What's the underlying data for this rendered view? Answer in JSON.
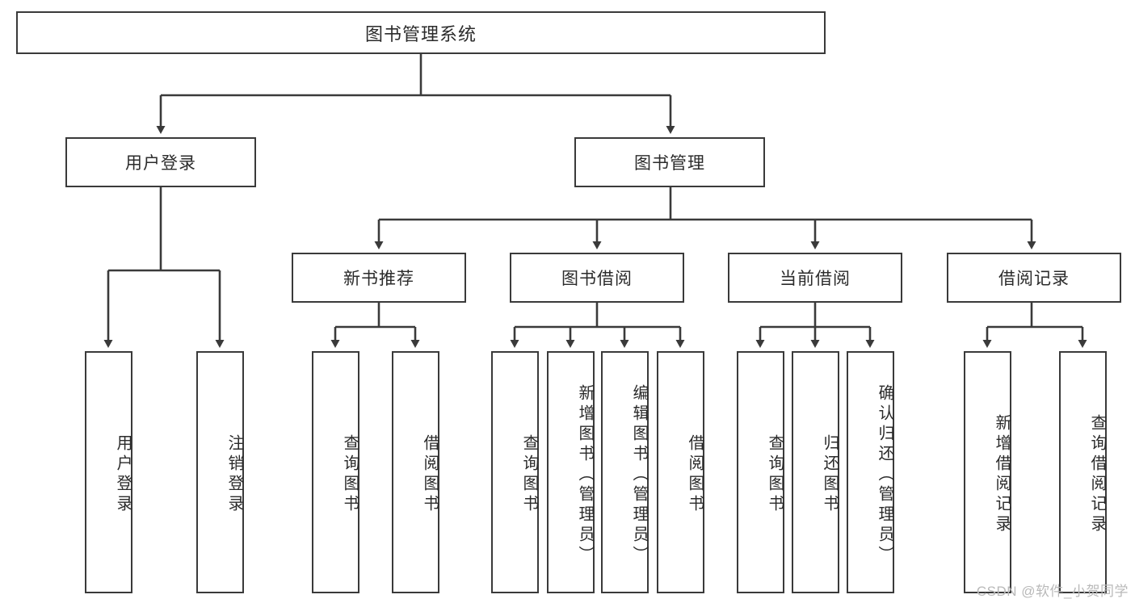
{
  "diagram": {
    "title": "图书管理系统",
    "type": "hierarchy-tree",
    "root": {
      "label": "图书管理系统"
    },
    "level2": [
      {
        "label": "用户登录"
      },
      {
        "label": "图书管理"
      }
    ],
    "level3": [
      {
        "label": "新书推荐"
      },
      {
        "label": "图书借阅"
      },
      {
        "label": "当前借阅"
      },
      {
        "label": "借阅记录"
      }
    ],
    "leaves": {
      "user_login": [
        {
          "label": "用户登录"
        },
        {
          "label": "注销登录"
        }
      ],
      "new_book_recommend": [
        {
          "label": "查询图书"
        },
        {
          "label": "借阅图书"
        }
      ],
      "book_borrow": [
        {
          "label": "查询图书"
        },
        {
          "label": "新增图书（管理员）"
        },
        {
          "label": "编辑图书（管理员）"
        },
        {
          "label": "借阅图书"
        }
      ],
      "current_borrow": [
        {
          "label": "查询图书"
        },
        {
          "label": "归还图书"
        },
        {
          "label": "确认归还（管理员）"
        }
      ],
      "borrow_record": [
        {
          "label": "新增借阅记录"
        },
        {
          "label": "查询借阅记录"
        }
      ]
    }
  },
  "watermark": {
    "text": "CSDN @软件_小贺同学"
  },
  "colors": {
    "stroke": "#3a3a3a",
    "text": "#2b2b2b",
    "background": "#ffffff",
    "watermark": "#b9b9b9"
  }
}
